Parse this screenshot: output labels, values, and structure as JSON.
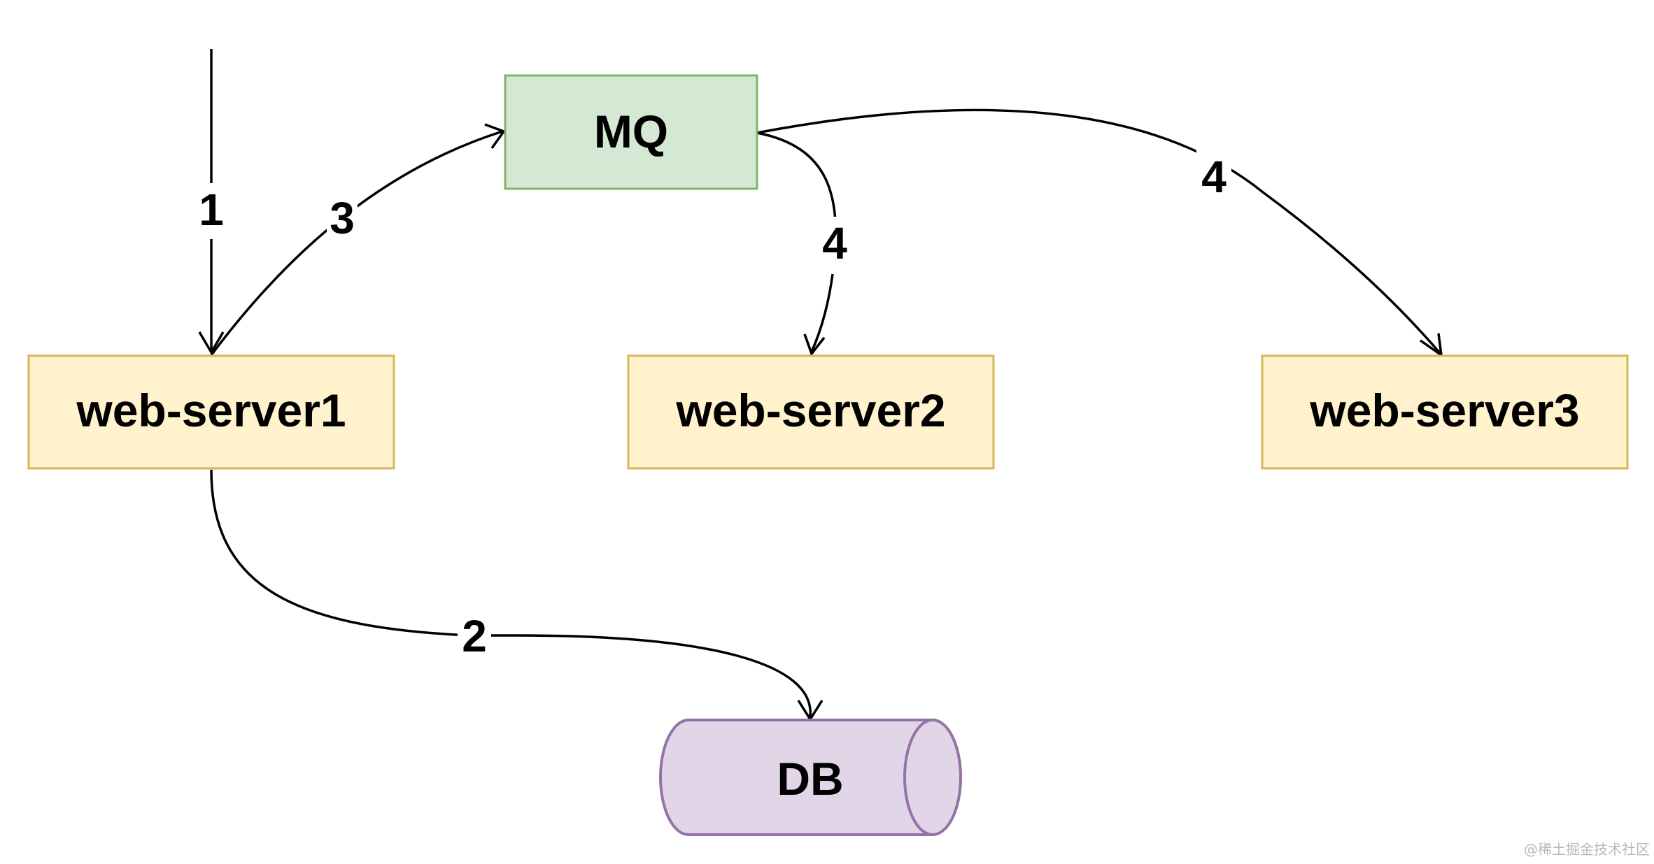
{
  "colors": {
    "server_fill": "#fff2cc",
    "server_stroke": "#d6b656",
    "mq_fill": "#d5e8d4",
    "mq_stroke": "#82b366",
    "db_fill": "#e1d5e7",
    "db_stroke": "#9673a6",
    "edge": "#000000"
  },
  "nodes": {
    "mq": "MQ",
    "server1": "web-server1",
    "server2": "web-server2",
    "server3": "web-server3",
    "db": "DB"
  },
  "edges": {
    "step1": "1",
    "step2": "2",
    "step3": "3",
    "step4_server2": "4",
    "step4_server3": "4"
  },
  "watermark": "@稀土掘金技术社区"
}
